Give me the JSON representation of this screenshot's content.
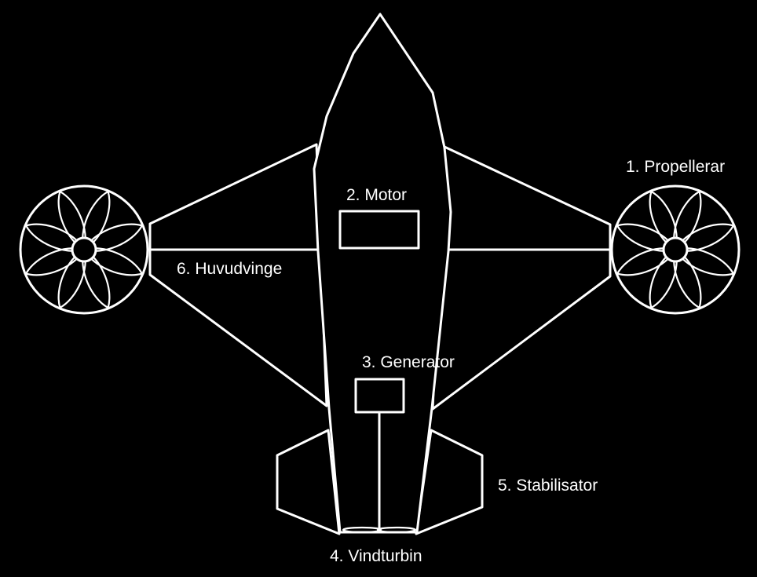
{
  "colors": {
    "background": "#000000",
    "stroke": "#ffffff",
    "text": "#ffffff"
  },
  "labels": {
    "propellers": "1. Propellerar",
    "motor": "2. Motor",
    "generator": "3. Generator",
    "wind_turbine": "4. Vindturbin",
    "stabilizer": "5. Stabilisator",
    "main_wing": "6. Huvudvinge"
  },
  "propeller": {
    "blade_count": 8
  }
}
